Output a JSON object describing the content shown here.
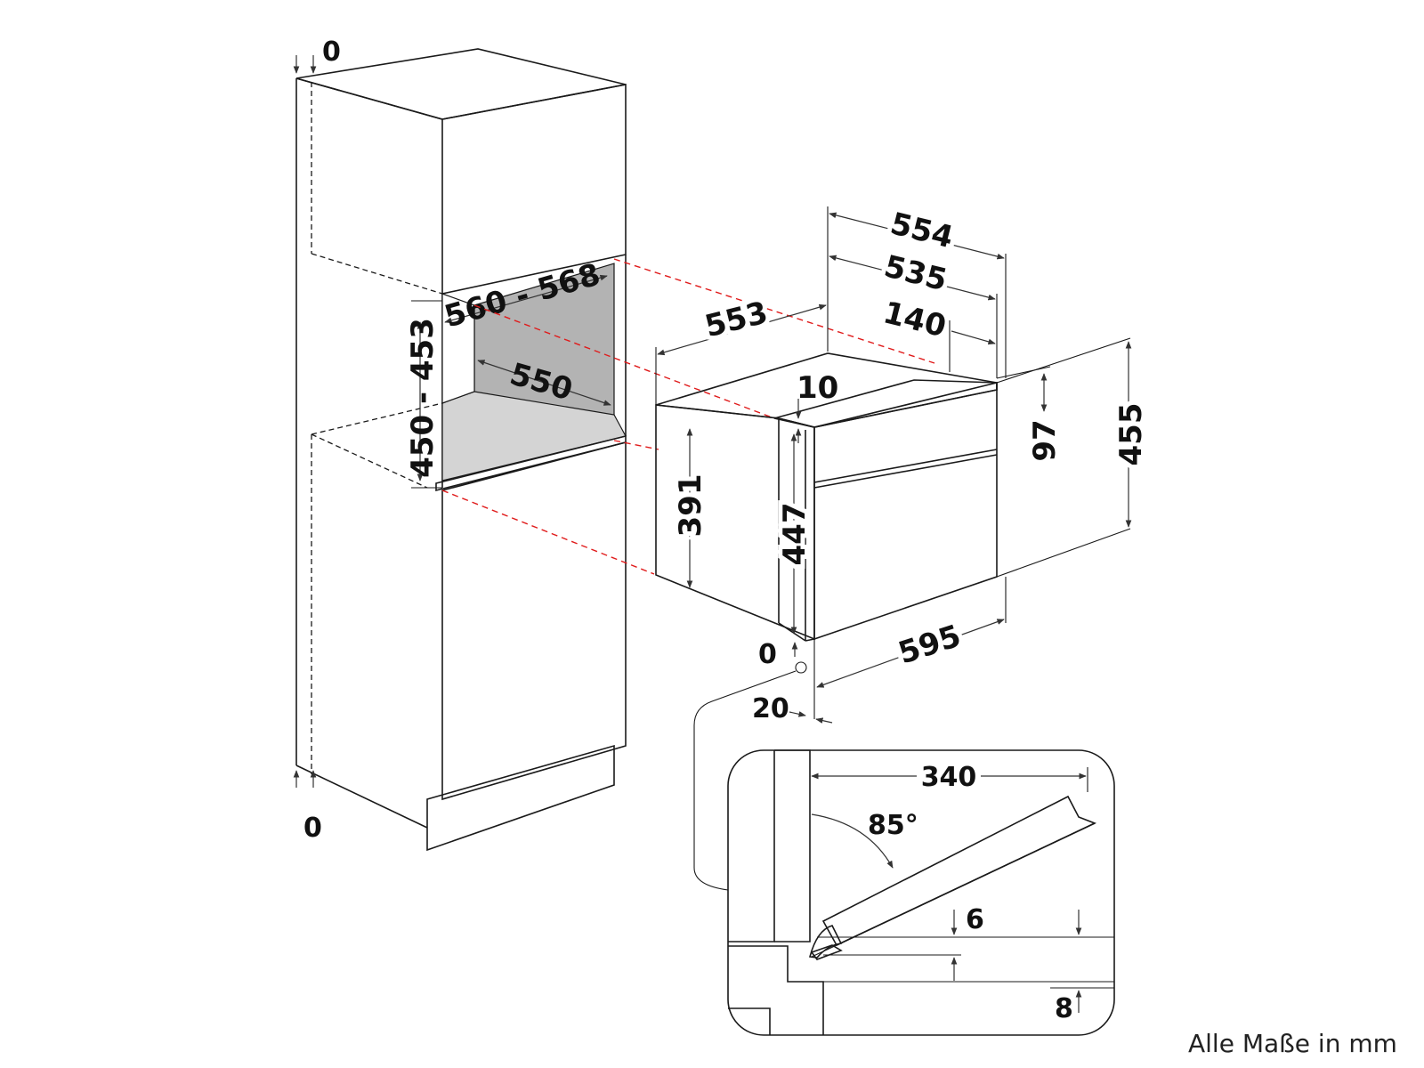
{
  "dimensions": {
    "cab_top_gap": "0",
    "cab_bottom_gap": "0",
    "niche_depth": "560 - 568",
    "niche_height": "450 - 453",
    "niche_width": "550",
    "oven_depth_total": "553",
    "oven_top_depth": "554",
    "oven_body_depth": "535",
    "oven_back_step": "140",
    "oven_front_step": "10",
    "control_panel_height": "97",
    "oven_height": "455",
    "body_side_height": "391",
    "body_front_height": "447",
    "oven_width": "595",
    "front_gap": "0",
    "front_offset": "20"
  },
  "detail": {
    "door_length": "340",
    "door_angle": "85°",
    "gap_upper": "6",
    "gap_lower": "8"
  },
  "note": "Alle Maße in mm",
  "colors": {
    "line": "#1a1a1a",
    "guide": "#e01b1b",
    "niche_back": "#b3b3b3",
    "niche_floor": "#d4d4d4"
  }
}
